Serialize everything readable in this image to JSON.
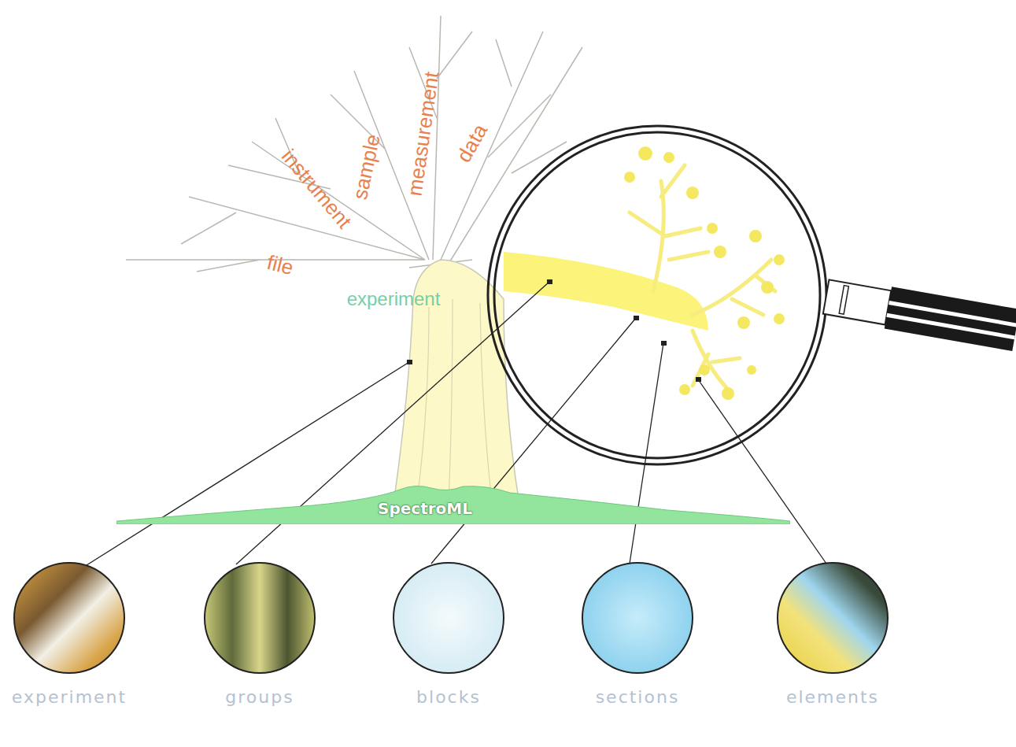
{
  "diagram": {
    "nodes": [
      {
        "text": [
          "SpectroML"
        ]
      },
      {
        "text": [
          "experiment"
        ]
      },
      {
        "text": [
          "groups"
        ]
      },
      {
        "text": [
          "blocks"
        ]
      },
      {
        "text": [
          "sections"
        ]
      },
      {
        "text": [
          "elements"
        ]
      }
    ],
    "labels": [
      "instrument",
      "sample",
      "measurement",
      "data",
      "file",
      "experiment"
    ]
  }
}
